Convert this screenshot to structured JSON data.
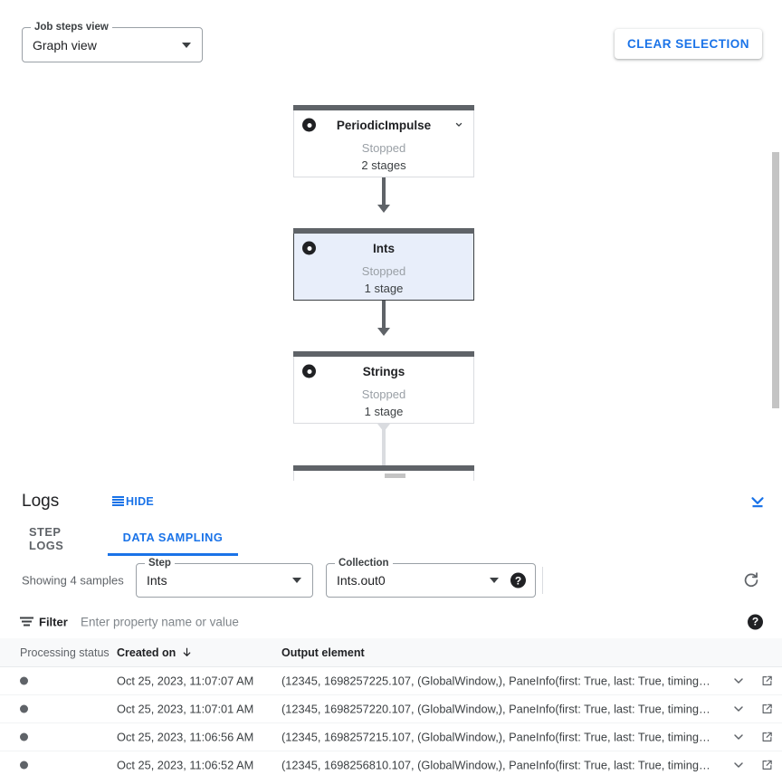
{
  "graph": {
    "view_select": {
      "label": "Job steps view",
      "value": "Graph view"
    },
    "clear_selection_label": "CLEAR SELECTION",
    "nodes": [
      {
        "name": "PeriodicImpulse",
        "status": "Stopped",
        "stages": "2 stages",
        "selected": false,
        "has_chevron": true
      },
      {
        "name": "Ints",
        "status": "Stopped",
        "stages": "1 stage",
        "selected": true,
        "has_chevron": false
      },
      {
        "name": "Strings",
        "status": "Stopped",
        "stages": "1 stage",
        "selected": false,
        "has_chevron": false
      }
    ],
    "accent_selected_fill": "#e8eefa",
    "node_bar_color": "#5f6368"
  },
  "logs": {
    "title": "Logs",
    "hide_label": "HIDE",
    "expand_icon": "expand-panel-down-icon",
    "tabs": [
      {
        "label": "STEP LOGS",
        "active": false
      },
      {
        "label": "DATA SAMPLING",
        "active": true
      }
    ]
  },
  "sampling": {
    "showing_text": "Showing 4 samples",
    "step": {
      "label": "Step",
      "value": "Ints"
    },
    "collection": {
      "label": "Collection",
      "value": "Ints.out0"
    },
    "help_glyph": "?",
    "refresh_icon": "refresh-icon"
  },
  "filter": {
    "icon": "filter-icon",
    "label": "Filter",
    "placeholder": "Enter property name or value",
    "value": "",
    "help_glyph": "?"
  },
  "table": {
    "columns": [
      "Processing status",
      "Created on",
      "Output element"
    ],
    "sort_column": "Created on",
    "sort_direction": "desc",
    "rows": [
      {
        "status": "processed",
        "created_on": "Oct 25, 2023, 11:07:07 AM",
        "output_element": "(12345, 1698257225.107, (GlobalWindow,), PaneInfo(first: True, last: True, timing…"
      },
      {
        "status": "processed",
        "created_on": "Oct 25, 2023, 11:07:01 AM",
        "output_element": "(12345, 1698257220.107, (GlobalWindow,), PaneInfo(first: True, last: True, timing…"
      },
      {
        "status": "processed",
        "created_on": "Oct 25, 2023, 11:06:56 AM",
        "output_element": "(12345, 1698257215.107, (GlobalWindow,), PaneInfo(first: True, last: True, timing…"
      },
      {
        "status": "processed",
        "created_on": "Oct 25, 2023, 11:06:52 AM",
        "output_element": "(12345, 1698256810.107, (GlobalWindow,), PaneInfo(first: True, last: True, timing…"
      }
    ]
  },
  "colors": {
    "accent": "#1a73e8",
    "muted": "#5f6368",
    "border": "#dadce0"
  }
}
